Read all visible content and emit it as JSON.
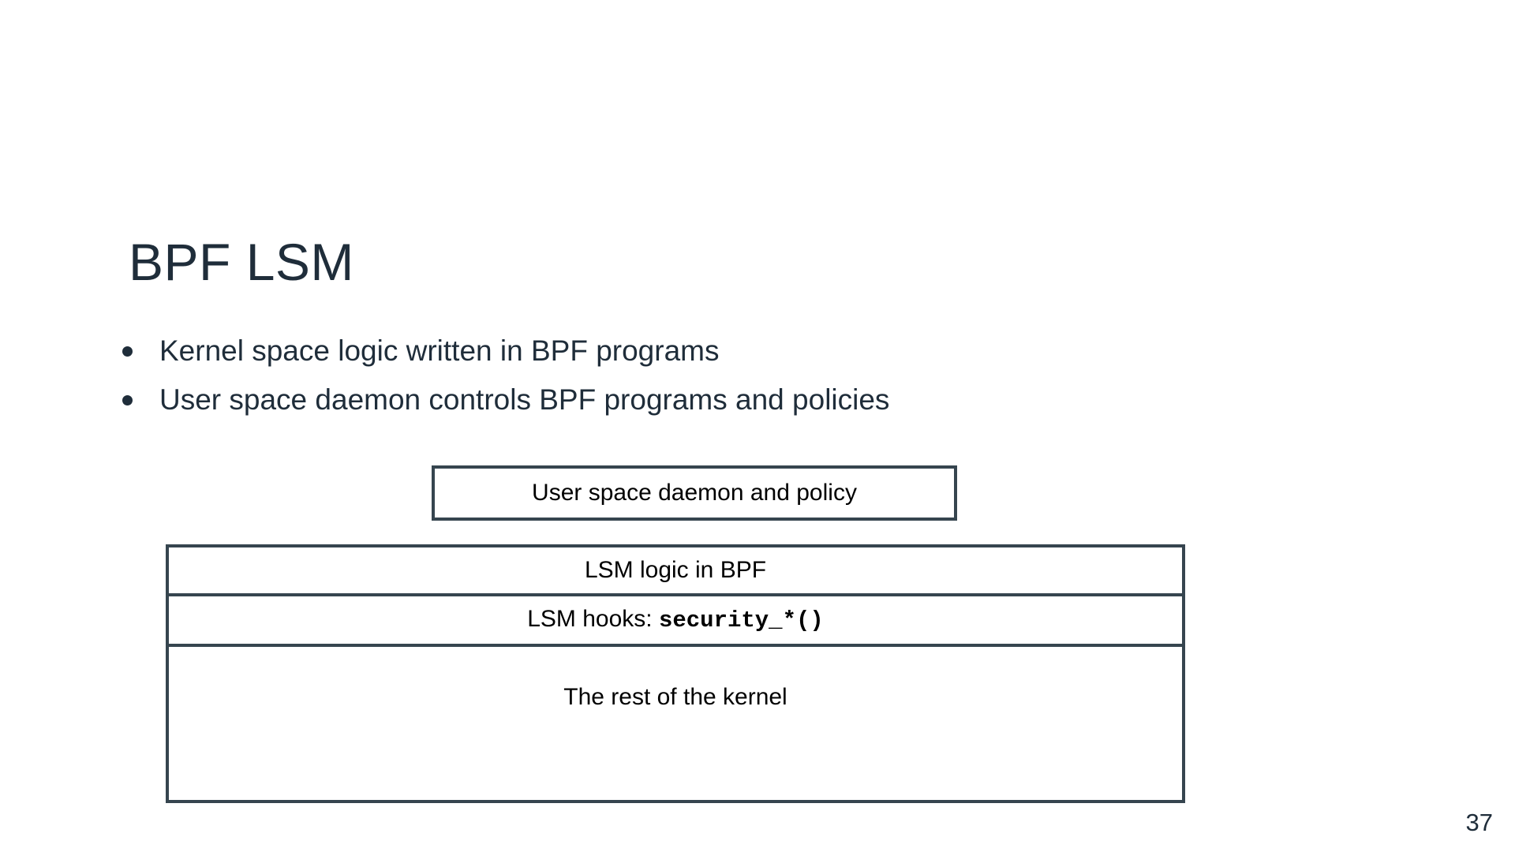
{
  "slide": {
    "title": "BPF LSM",
    "page_number": "37",
    "background_color": "#ffffff",
    "title_color": "#1f2d3a",
    "border_color": "#36454f",
    "body_text_color": "#1f2d3a"
  },
  "bullets": [
    {
      "marker": "bullet-dot",
      "text": "Kernel space logic written in BPF programs"
    },
    {
      "marker": "bullet-dot",
      "text": "User space daemon controls BPF programs and policies"
    }
  ],
  "diagram": {
    "userspace_box": {
      "label": "User space daemon and policy"
    },
    "lsm_logic_box": {
      "label": "LSM logic in BPF"
    },
    "lsm_hooks_box": {
      "label_prefix": "LSM hooks: ",
      "label_code": "security_*()"
    },
    "kernel_box": {
      "label": "The rest of the kernel"
    }
  }
}
